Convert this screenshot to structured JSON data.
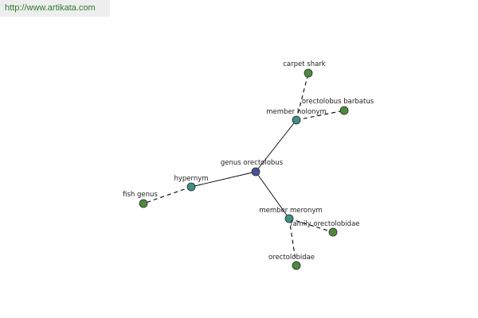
{
  "header": {
    "url": "http://www.artikata.com"
  },
  "colors": {
    "root": "#4a4f9a",
    "relation": "#3f8f86",
    "leaf": "#4c8a3e",
    "outline": "#2b2b2b",
    "edge": "#000000"
  },
  "graph": {
    "nodes": [
      {
        "id": "root",
        "label": "genus orectolobus",
        "kind": "root"
      },
      {
        "id": "holonym",
        "label": "member holonym",
        "kind": "relation"
      },
      {
        "id": "hypernym",
        "label": "hypernym",
        "kind": "relation"
      },
      {
        "id": "meronym",
        "label": "member meronym",
        "kind": "relation"
      },
      {
        "id": "carpet",
        "label": "carpet shark",
        "kind": "leaf"
      },
      {
        "id": "barbatus",
        "label": "orectolobus barbatus",
        "kind": "leaf"
      },
      {
        "id": "fish",
        "label": "fish genus",
        "kind": "leaf"
      },
      {
        "id": "family",
        "label": "family orectolobidae",
        "kind": "leaf"
      },
      {
        "id": "orecto",
        "label": "orectolobidae",
        "kind": "leaf"
      }
    ],
    "edges": [
      {
        "from": "root",
        "to": "holonym",
        "style": "solid"
      },
      {
        "from": "root",
        "to": "hypernym",
        "style": "solid"
      },
      {
        "from": "root",
        "to": "meronym",
        "style": "solid"
      },
      {
        "from": "holonym",
        "to": "carpet",
        "style": "dashed"
      },
      {
        "from": "holonym",
        "to": "barbatus",
        "style": "dashed"
      },
      {
        "from": "hypernym",
        "to": "fish",
        "style": "dashed"
      },
      {
        "from": "meronym",
        "to": "family",
        "style": "dashed"
      },
      {
        "from": "meronym",
        "to": "orecto",
        "style": "dashed"
      }
    ]
  }
}
